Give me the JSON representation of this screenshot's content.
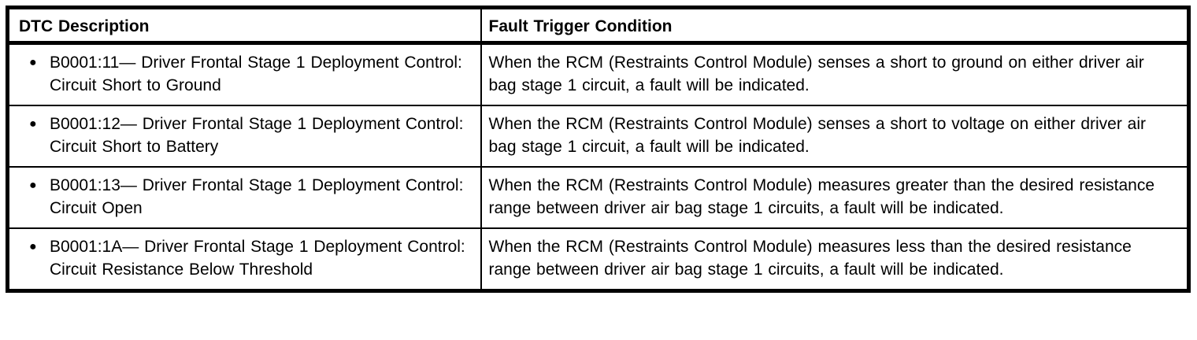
{
  "table": {
    "bullet": "●",
    "columns": [
      {
        "label": "DTC Description"
      },
      {
        "label": "Fault Trigger Condition"
      }
    ],
    "rows": [
      {
        "dtc": "B0001:11— Driver Frontal Stage 1 Deployment Control: Circuit Short to Ground",
        "condition": "When the RCM (Restraints Control Module) senses a short to ground on either driver air bag stage 1 circuit, a fault will be indicated."
      },
      {
        "dtc": "B0001:12— Driver Frontal Stage 1 Deployment Control: Circuit Short to Battery",
        "condition": "When the RCM (Restraints Control Module) senses a short to voltage on either driver air bag stage 1 circuit, a fault will be indicated."
      },
      {
        "dtc": "B0001:13— Driver Frontal Stage 1 Deployment Control: Circuit Open",
        "condition": "When the RCM (Restraints Control Module) measures greater than the desired resistance range between driver air bag stage 1 circuits, a fault will be indicated."
      },
      {
        "dtc": "B0001:1A— Driver Frontal Stage 1 Deployment Control: Circuit Resistance Below Threshold",
        "condition": "When the RCM (Restraints Control Module) measures less than the desired resistance range between driver air bag stage 1 circuits, a fault will be indicated."
      }
    ],
    "colors": {
      "border": "#000000",
      "text": "#000000",
      "background": "#ffffff"
    }
  }
}
